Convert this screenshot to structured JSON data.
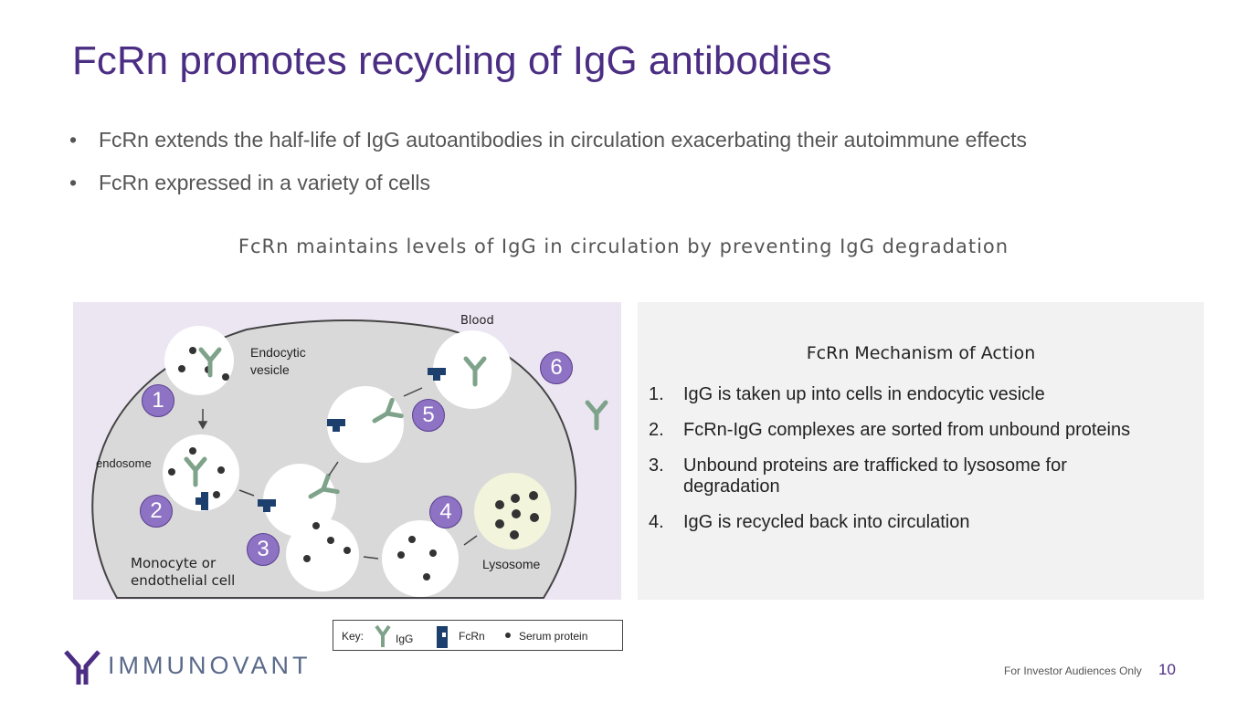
{
  "title": "FcRn promotes recycling of IgG antibodies",
  "bullets": [
    "FcRn extends the half-life of IgG autoantibodies in circulation exacerbating their autoimmune effects",
    "FcRn expressed in a variety of cells"
  ],
  "bullet_symbol": "•",
  "subtitle": "FcRn maintains levels of IgG in circulation by preventing IgG degradation",
  "diagram": {
    "labels": {
      "blood": "Blood",
      "endocytic_vesicle": "Endocytic\nvesicle",
      "endosome": "endosome",
      "cell": "Monocyte or\nendothelial cell",
      "lysosome": "Lysosome"
    },
    "badges": [
      "1",
      "2",
      "3",
      "4",
      "5",
      "6"
    ],
    "colors": {
      "igg": "#7fa38a",
      "fcrn": "#1c3f6e",
      "badge": "#8e72c4",
      "cell": "#d9d9d9",
      "lysosome": "#f2f4dc"
    }
  },
  "key": {
    "label": "Key:",
    "igg": "IgG",
    "fcrn": "FcRn",
    "serum": "Serum protein"
  },
  "mechanism": {
    "title": "FcRn Mechanism of Action",
    "steps": [
      {
        "n": "1.",
        "text": "IgG is taken up into cells in endocytic vesicle"
      },
      {
        "n": "2.",
        "text": "FcRn-IgG complexes are sorted from unbound proteins"
      },
      {
        "n": "3.",
        "text": "Unbound proteins are trafficked to lysosome for degradation"
      },
      {
        "n": "4.",
        "text": "IgG is recycled back into circulation"
      }
    ]
  },
  "footer": {
    "note": "For Investor Audiences Only",
    "page": "10",
    "logo": "IMMUNOVANT"
  }
}
